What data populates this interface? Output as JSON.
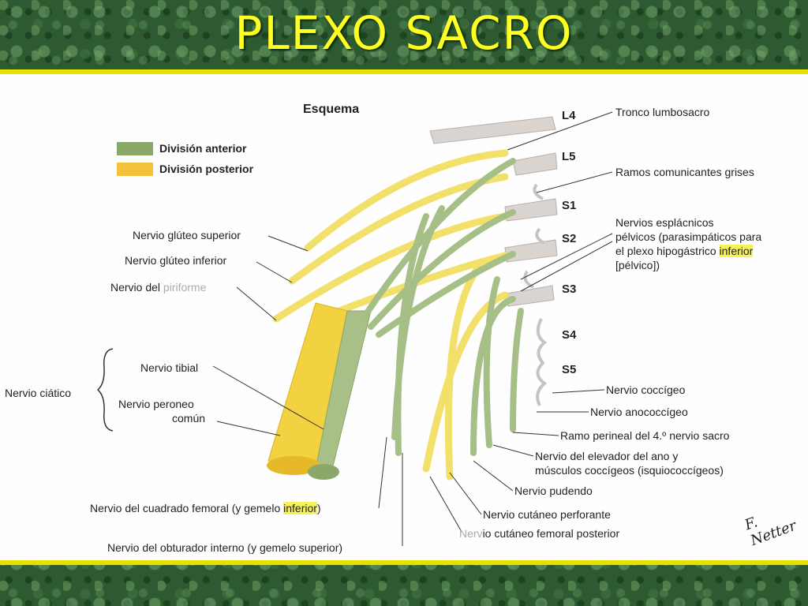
{
  "slide": {
    "title": "PLEXO SACRO"
  },
  "diagram": {
    "heading": "Esquema",
    "legend": [
      {
        "label": "División anterior",
        "color": "#8aa86a"
      },
      {
        "label": "División posterior",
        "color": "#f2c23a"
      }
    ],
    "segments": [
      "L4",
      "L5",
      "S1",
      "S2",
      "S3",
      "S4",
      "S5"
    ],
    "right_labels": {
      "tronco": "Tronco lumbosacro",
      "ramos": "Ramos comunicantes grises",
      "esplacnicos_1": "Nervios esplácnicos",
      "esplacnicos_2": "pélvicos (parasimpáticos para",
      "esplacnicos_3a": "el plexo hipogástrico ",
      "esplacnicos_3b": "inferior",
      "esplacnicos_4": "[pélvico])",
      "coccigeo": "Nervio coccígeo",
      "anococcigeo": "Nervio anococcígeo",
      "perineal": "Ramo perineal del 4.º nervio sacro",
      "elevador_1": "Nervio del elevador del ano y",
      "elevador_2": "músculos coccígeos (isquiococcígeos)",
      "pudendo": "Nervio pudendo",
      "cutaneo_perforante": "Nervio cutáneo perforante",
      "cutaneo_femoral_a": "Nerv",
      "cutaneo_femoral_b": "io cutáneo femoral posterior"
    },
    "left_labels": {
      "gluteo_sup": "Nervio glúteo superior",
      "gluteo_inf": "Nervio glúteo inferior",
      "piriforme_a": "Nervio del ",
      "piriforme_b": "piriforme",
      "ciatico": "Nervio ciático",
      "tibial": "Nervio tibial",
      "peroneo_1": "Nervio peroneo",
      "peroneo_2": "común",
      "cuadrado_a": "Nervio del cuadrado femoral (y gemelo ",
      "cuadrado_b": "inferior",
      "cuadrado_c": ")",
      "obturador": "Nervio del obturador interno (y gemelo superior)"
    },
    "signature": "F. Netter"
  }
}
